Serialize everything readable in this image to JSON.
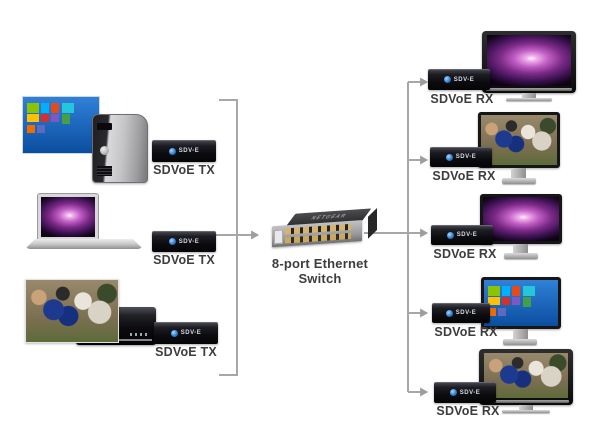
{
  "diagram": {
    "device_brand": "SDV-E",
    "transmitters": [
      {
        "source": "desktop-pc-windows-start",
        "label": "SDVoE TX"
      },
      {
        "source": "laptop-purple-wallpaper",
        "label": "SDVoE TX"
      },
      {
        "source": "media-player-football-video",
        "label": "SDVoE TX"
      }
    ],
    "switch": {
      "brand": "NETGEAR",
      "label_line1": "8-port Ethernet",
      "label_line2": "Switch"
    },
    "receivers": [
      {
        "display": "tv-purple-wallpaper",
        "label": "SDVoE RX"
      },
      {
        "display": "monitor-football-video",
        "label": "SDVoE RX"
      },
      {
        "display": "monitor-purple-wallpaper",
        "label": "SDVoE RX"
      },
      {
        "display": "monitor-windows-start",
        "label": "SDVoE RX"
      },
      {
        "display": "tv-football-video",
        "label": "SDVoE RX"
      }
    ],
    "colors": {
      "connector": "#a7a7a7",
      "label_text": "#3d3d3d"
    }
  }
}
